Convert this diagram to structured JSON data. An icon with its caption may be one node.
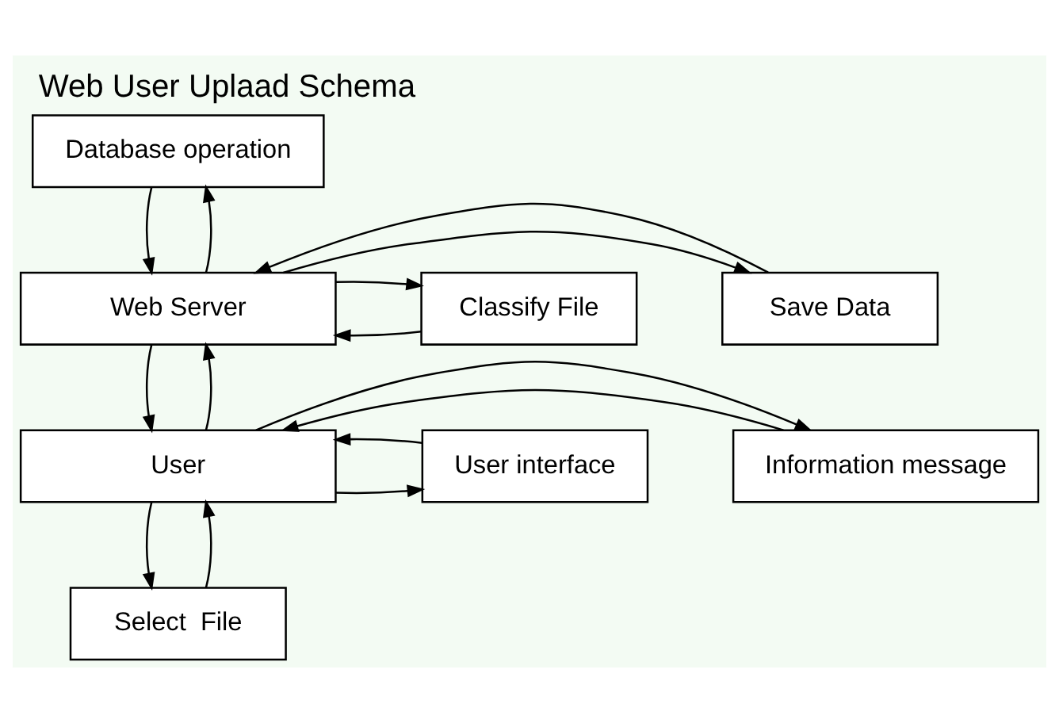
{
  "diagram": {
    "title": "Web User Uplaad Schema",
    "nodes": [
      {
        "text": [
          "Database operation"
        ]
      },
      {
        "text": [
          "Save Data"
        ]
      },
      {
        "text": [
          "Classify File"
        ]
      },
      {
        "text": [
          "Web Server"
        ]
      },
      {
        "text": [
          "Information message"
        ]
      },
      {
        "text": [
          "User"
        ]
      },
      {
        "text": [
          "User interface"
        ]
      },
      {
        "text": [
          "Select  File"
        ]
      }
    ],
    "edges": [
      {
        "from": 3,
        "to": 0,
        "arrow": "to"
      },
      {
        "from": 0,
        "to": 3,
        "arrow": "to"
      },
      {
        "from": 3,
        "to": 1,
        "arrow": "to"
      },
      {
        "from": 1,
        "to": 3,
        "arrow": "to"
      },
      {
        "from": 2,
        "to": 3,
        "arrow": "to"
      },
      {
        "from": 3,
        "to": 2,
        "arrow": "to"
      },
      {
        "from": 3,
        "to": 5,
        "arrow": "to"
      },
      {
        "from": 5,
        "to": 3,
        "arrow": "to"
      },
      {
        "from": 4,
        "to": 5,
        "arrow": "to"
      },
      {
        "from": 5,
        "to": 4,
        "arrow": "to"
      },
      {
        "from": 5,
        "to": 6,
        "arrow": "to"
      },
      {
        "from": 6,
        "to": 5,
        "arrow": "to"
      },
      {
        "from": 5,
        "to": 7,
        "arrow": "to"
      },
      {
        "from": 7,
        "to": 5,
        "arrow": "to"
      }
    ]
  }
}
